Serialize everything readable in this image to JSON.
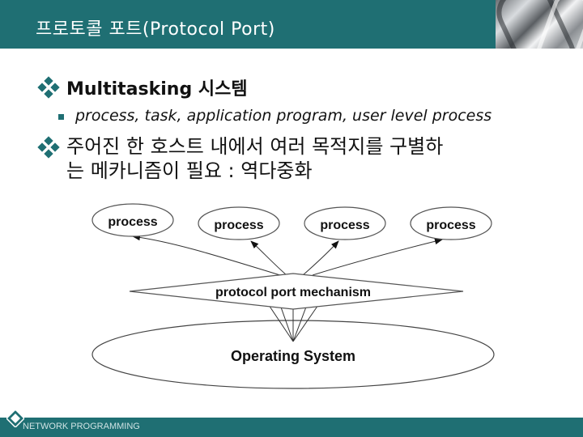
{
  "header": {
    "title": "프로토콜 포트(Protocol Port)"
  },
  "bullets": [
    {
      "text": "Multitasking 시스템"
    },
    {
      "line1": "주어진 한 호스트 내에서 여러 목적지를 구별하",
      "line2": "는 메카니즘이 필요 : 역다중화"
    }
  ],
  "sub_bullet": {
    "text": "process, task, application program, user level process"
  },
  "diagram": {
    "processes": [
      "process",
      "process",
      "process",
      "process"
    ],
    "mechanism_label": "protocol port mechanism",
    "os_label": "Operating System"
  },
  "footer": {
    "text": "NETWORK PROGRAMMING"
  },
  "colors": {
    "brand": "#1f6f73"
  }
}
